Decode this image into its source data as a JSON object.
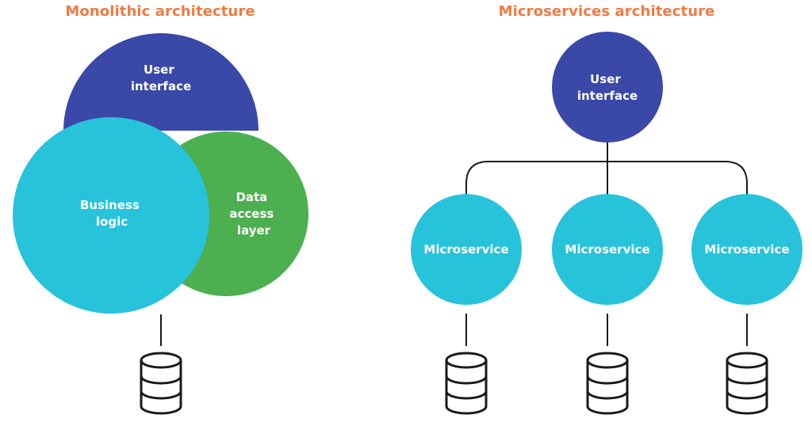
{
  "monolithic": {
    "title": "Monolithic architecture",
    "ui_label": [
      "User",
      "interface"
    ],
    "business_label": [
      "Business",
      "logic"
    ],
    "data_label": [
      "Data",
      "access",
      "layer"
    ]
  },
  "microservices": {
    "title": "Microservices architecture",
    "ui_label": [
      "User",
      "interface"
    ],
    "services": [
      "Microservice",
      "Microservice",
      "Microservice"
    ]
  },
  "colors": {
    "title": "#ef7b43",
    "ui": "#3a48a8",
    "business": "#27c3db",
    "data": "#4caf50",
    "service": "#27c3db",
    "line": "#1a1a1a"
  }
}
